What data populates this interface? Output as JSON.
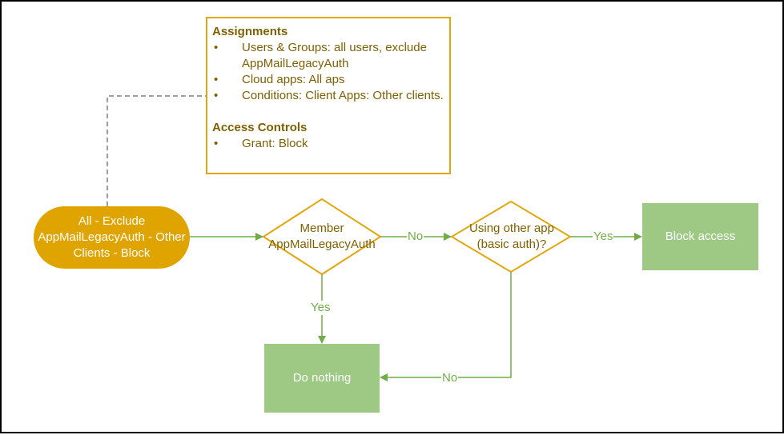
{
  "assignments_note": {
    "heading1": "Assignments",
    "items1": [
      "Users & Groups: all users, exclude AppMailLegacyAuth",
      "Cloud apps: All aps",
      "Conditions: Client Apps: Other clients."
    ],
    "heading2": "Access Controls",
    "items2": [
      "Grant: Block"
    ]
  },
  "nodes": {
    "start": "All - Exclude AppMailLegacyAuth - Other Clients - Block",
    "decision_member": "Member AppMailLegacyAuth",
    "decision_other_app": "Using other app (basic auth)?",
    "block_access": "Block access",
    "do_nothing": "Do nothing"
  },
  "edge_labels": {
    "member_no": "No",
    "other_app_yes": "Yes",
    "member_yes": "Yes",
    "other_app_no": "No"
  },
  "colors": {
    "start_fill": "#e0a400",
    "decision_stroke": "#e0a80e",
    "decision_text": "#7f6000",
    "process_fill": "#9dc985",
    "arrow": "#70ad47",
    "connector": "#7f7f7f"
  }
}
